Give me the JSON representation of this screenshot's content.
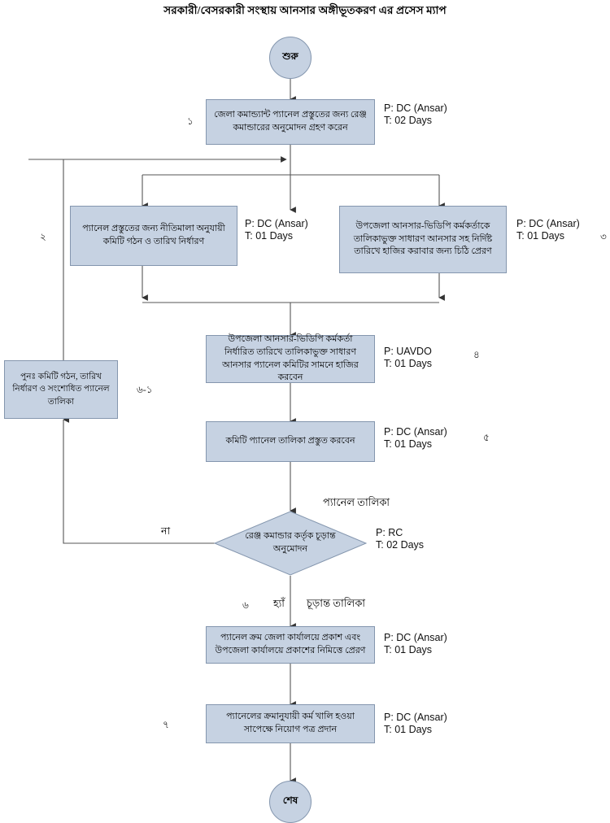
{
  "page": {
    "title": "সরকারী/বেসরকারী সংস্থায় আনসার অঙ্গীভূতকরণ এর প্রসেস ম্যাপ",
    "colors": {
      "node_fill": "#c6d2e2",
      "node_border": "#8496ae",
      "line": "#555555",
      "background": "#ffffff",
      "text": "#000000"
    }
  },
  "chart_data": {
    "type": "diagram",
    "title": "সরকারী/বেসরকারী সংস্থায় আনসার অঙ্গীভূতকরণ এর প্রসেস ম্যাপ",
    "orientation": "top-to-bottom"
  },
  "start": {
    "label": "শুরু"
  },
  "end": {
    "label": "শেষ"
  },
  "steps": [
    {
      "num": "১",
      "text": "জেলা কমান্ড্যান্ট প্যানেল প্রস্তুতের জন্য রেঞ্জ কমান্ডারের অনুমোদন গ্রহণ করেন",
      "performer": "P: DC (Ansar)",
      "time": "T: 02 Days"
    },
    {
      "num": "২",
      "text": "প্যানেল প্রস্তুতের জন্য নীতিমালা অনুযায়ী কমিটি গঠন ও তারিখ নির্ধারণ",
      "performer": "P: DC (Ansar)",
      "time": "T: 01 Days"
    },
    {
      "num": "৩",
      "text": "উপজেলা আনসার-ভিডিপি কর্মকর্তাকে তালিকাভুক্ত সাধারণ আনসার সহ নির্দিষ্ট তারিখে হাজির করাবার জন্য চিঠি প্রেরণ",
      "performer": "P: DC (Ansar)",
      "time": "T: 01 Days"
    },
    {
      "num": "৪",
      "text": "উপজেলা আনসার-ভিডিপি কর্মকর্তা নির্ধারিত তারিখে তালিকাভুক্ত সাধারণ আনসার প্যানেল কমিটির সামনে হাজির করবেন",
      "performer": "P: UAVDO",
      "time": "T: 01 Days"
    },
    {
      "num": "৫",
      "text": "কমিটি প্যানেল তালিকা প্রস্তুত করবেন",
      "performer": "P: DC (Ansar)",
      "time": "T: 01 Days"
    },
    {
      "num": "৬",
      "text": "রেঞ্জ কমান্ডার কর্তৃক চূড়ান্ত অনুমোদন",
      "performer": "P: RC",
      "time": "T: 02 Days",
      "shape": "decision",
      "input_label": "প্যানেল তালিকা",
      "yes_label": "হ্যাঁ",
      "no_label": "না",
      "yes_output_label": "চূড়ান্ত তালিকা"
    },
    {
      "num": "৬-১",
      "text": "পুনঃ  কমিটি গঠন, তারিখ নির্ধারণ ও সংশোধিত প্যানেল তালিকা",
      "performer": "",
      "time": ""
    },
    {
      "num": "",
      "text": "প্যানেল ক্রম জেলা কার্যালয়ে প্রকাশ এবং উপজেলা কার্যালয়ে প্রকাশের নিমিত্তে প্রেরণ",
      "performer": "P: DC (Ansar)",
      "time": "T: 01 Days"
    },
    {
      "num": "৭",
      "text": "প্যানেলের ক্রমানুযায়ী কর্ম খালি হওয়া সাপেক্ষে নিয়োগ পত্র প্রদান",
      "performer": "P: DC (Ansar)",
      "time": "T: 01 Days"
    }
  ]
}
